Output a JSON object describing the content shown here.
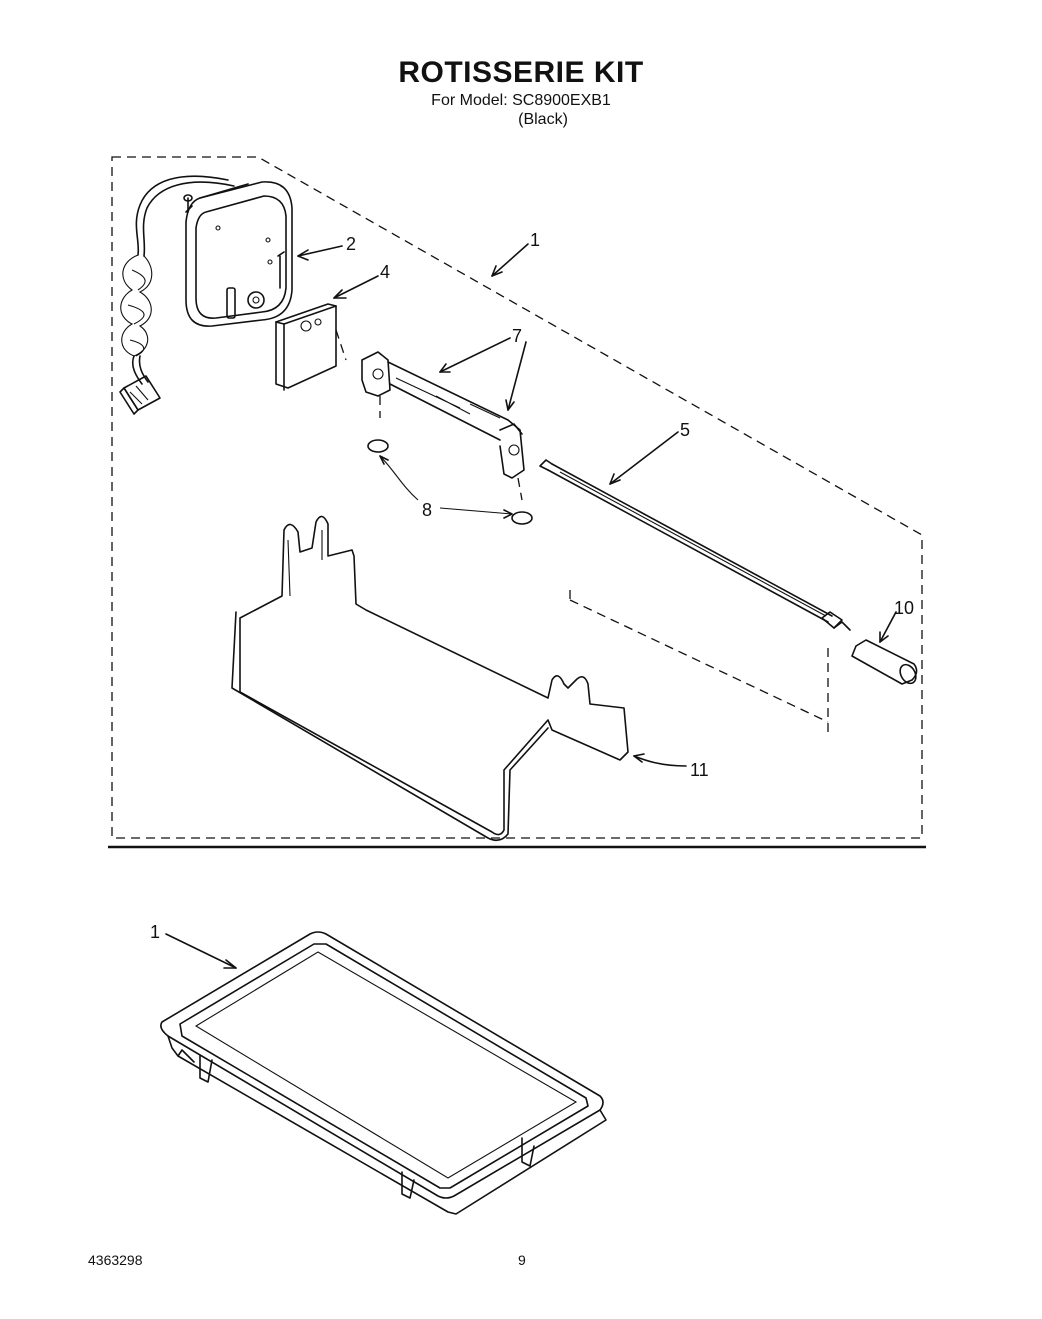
{
  "header": {
    "title": "ROTISSERIE KIT",
    "model_line": "For Model: SC8900EXB1",
    "finish_line": "(Black)"
  },
  "callouts": {
    "c1": "1",
    "c2": "2",
    "c4": "4",
    "c5": "5",
    "c7": "7",
    "c8": "8",
    "c10": "10",
    "c11": "11",
    "c1_tray": "1"
  },
  "footer": {
    "doc_number": "4363298",
    "page_number": "9"
  }
}
